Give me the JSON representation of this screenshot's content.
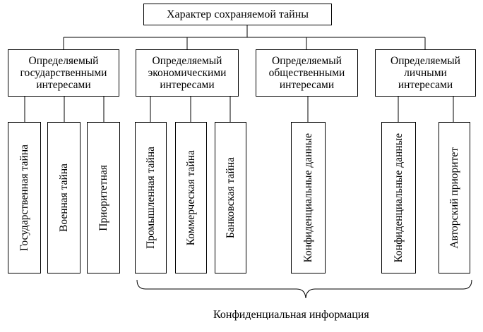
{
  "root": "Характер сохраняемой тайны",
  "categories": [
    {
      "label": "Определяемый государственными интересами",
      "items": [
        "Государственная тайна",
        "Военная тайна",
        "Приоритетная"
      ]
    },
    {
      "label": "Определяемый экономическими интересами",
      "items": [
        "Промышленная тайна",
        "Коммерческая тайна",
        "Банковская тайна"
      ]
    },
    {
      "label": "Определяемый общественными интересами",
      "items": [
        "Конфиденциальные данные"
      ]
    },
    {
      "label": "Определяемый личными интересами",
      "items": [
        "Конфиденциальные данные",
        "Авторский приоритет"
      ]
    }
  ],
  "brace_label": "Конфиденциальная информация"
}
